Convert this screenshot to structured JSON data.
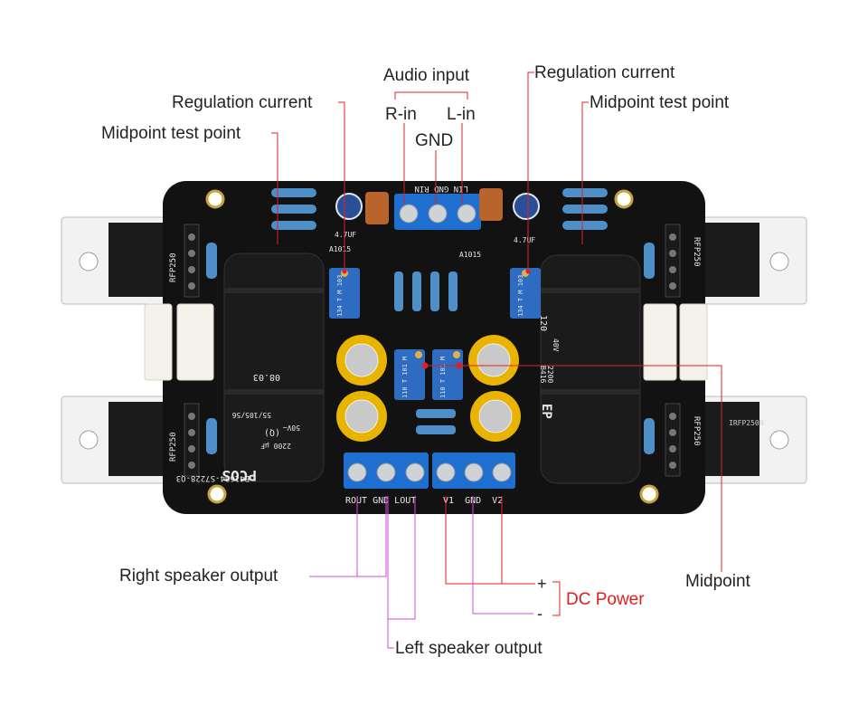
{
  "annotations": {
    "audio_input": "Audio input",
    "r_in": "R-in",
    "l_in": "L-in",
    "gnd": "GND",
    "regulation_left": "Regulation current",
    "regulation_right": "Regulation current",
    "midpoint_test_left": "Midpoint test point",
    "midpoint_test_right": "Midpoint test point",
    "midpoint": "Midpoint",
    "right_speaker_output": "Right speaker output",
    "left_speaker_output": "Left speaker output",
    "dc_power": "DC Power",
    "plus": "+",
    "minus": "-"
  },
  "board": {
    "input_silk": "LIN GND RIN",
    "output_silk_left": "ROUT GND LOUT",
    "output_silk_right": "V1  GND  V2",
    "cap_small": "4.7UF",
    "transistor": "A1015",
    "trimpot_outer": "134 T M 103",
    "trimpot_inner": "110 T 101 M",
    "cap_left_text": [
      "PCOS",
      "B41684-S7228-Q3",
      "(Q)",
      "2200 µF",
      "50V~",
      "55/105/56",
      "08.03"
    ],
    "cap_right_text": [
      "EP",
      "B416",
      "2200",
      "40V",
      "120"
    ],
    "fet_label_left": "RFP250",
    "fet_label_right": "RFP250",
    "fet_part": "IRFP250N"
  },
  "colors": {
    "board": "#121212",
    "terminal": "#1f6fd0",
    "trimpot": "#2d6cc0",
    "electrolytic_yellow": "#e9b400",
    "leader_red": "#e02020",
    "leader_magenta": "#d14bd6",
    "dc_power": "#e01e1e"
  }
}
